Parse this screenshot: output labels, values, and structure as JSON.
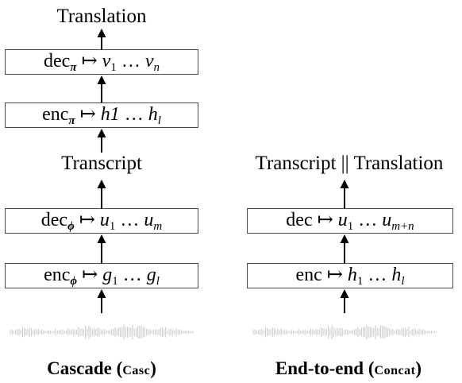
{
  "left": {
    "top_label": "Translation",
    "dec_pi": {
      "name": "dec",
      "sub": "π",
      "out": "v",
      "out_first_sub": "1",
      "out_last_sub": "n"
    },
    "enc_pi": {
      "name": "enc",
      "sub": "π",
      "first": "h1",
      "last": "h",
      "last_sub": "l"
    },
    "mid_label": "Transcript",
    "dec_phi": {
      "name": "dec",
      "sub": "ϕ",
      "out": "u",
      "out_first_sub": "1",
      "out_last_sub": "m"
    },
    "enc_phi": {
      "name": "enc",
      "sub": "ϕ",
      "out": "g",
      "out_first_sub": "1",
      "out_last_sub": "l"
    },
    "caption_main": "Cascade (",
    "caption_sc": "Casc",
    "caption_end": ")"
  },
  "right": {
    "top_label": "Transcript || Translation",
    "dec": {
      "name": "dec",
      "out": "u",
      "out_first_sub": "1",
      "out_last_sub": "m+n"
    },
    "enc": {
      "name": "enc",
      "out": "h",
      "out_first_sub": "1",
      "out_last_sub": "l"
    },
    "caption_main": "End-to-end (",
    "caption_sc": "Concat",
    "caption_end": ")"
  },
  "symbols": {
    "mapsto": "↦",
    "ellipsis": "…"
  },
  "colors": {
    "box_border": "#4a4a4a",
    "arrow": "#000000",
    "waveform": "#c8c8c8"
  }
}
